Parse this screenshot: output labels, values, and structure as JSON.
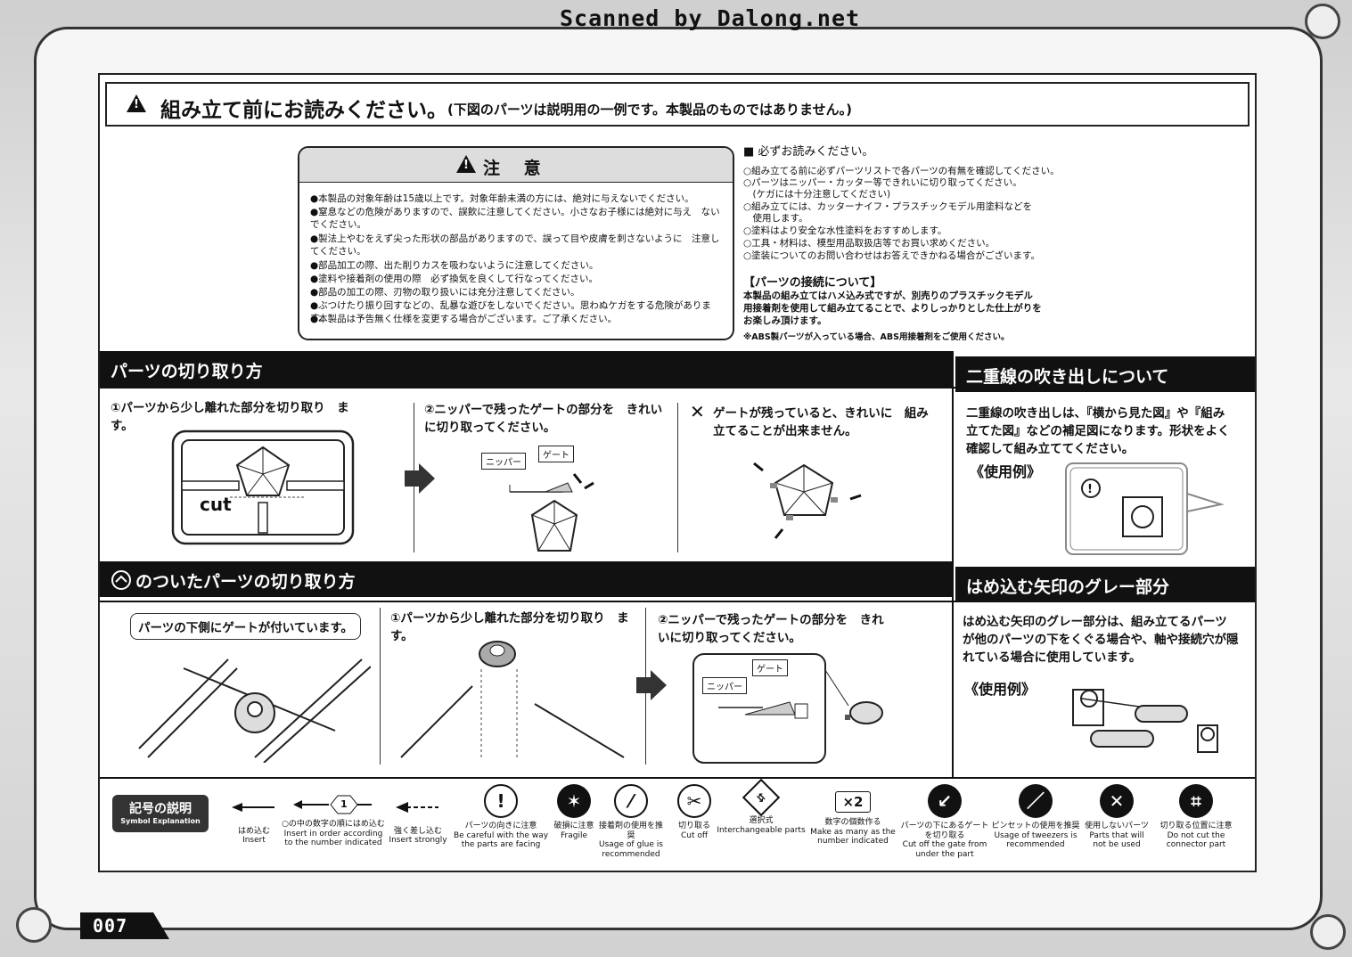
{
  "watermark": "Scanned by Dalong.net",
  "header": {
    "title": "組み立て前にお読みください。",
    "subtitle": "(下図のパーツは説明用の一例です。本製品のものではありません。)"
  },
  "caution": {
    "title": "注 意",
    "items": [
      "●本製品の対象年齢は15歳以上です。対象年齢未満の方には、絶対に与えないでください。",
      "●窒息などの危険がありますので、誤飲に注意してください。小さなお子様には絶対に与え　ないでください。",
      "●製法上やむをえず尖った形状の部品がありますので、誤って目や皮膚を刺さないように　注意してください。",
      "●部品加工の際、出た削りカスを吸わないように注意してください。",
      "●塗料や接着剤の使用の際　必ず換気を良くして行なってください。",
      "●部品の加工の際、刃物の取り扱いには充分注意してください。",
      "●ぶつけたり振り回すなどの、乱暴な遊びをしないでください。思わぬケガをする危険があります。",
      "●本製品は予告無く仕様を変更する場合がございます。ご了承ください。"
    ]
  },
  "must_read": {
    "title": "■ 必ずお読みください。",
    "items": [
      "○組み立てる前に必ずパーツリストで各パーツの有無を確認してください。",
      "○パーツはニッパー・カッター等できれいに切り取ってください。",
      "　(ケガには十分注意してください)",
      "○組み立てには、カッターナイフ・プラスチックモデル用塗料などを",
      "　使用します。",
      "○塗料はより安全な水性塗料をおすすめします。",
      "○工具・材料は、模型用品取扱店等でお買い求めください。",
      "○塗装についてのお問い合わせはお答えできかねる場合がございます。"
    ],
    "connection_title": "【パーツの接続について】",
    "connection_lines": [
      "本製品の組み立てはハメ込み式ですが、別売りのプラスチックモデル",
      "用接着剤を使用して組み立てることで、よりしっかりとした仕上がりを",
      "お楽しみ頂けます。"
    ],
    "abs_note": "※ABS製パーツが入っている場合、ABS用接着剤をご使用ください。"
  },
  "section1": {
    "title": "パーツの切り取り方",
    "step1": "①パーツから少し離れた部分を切り取り　ます。",
    "cut_label": "cut",
    "step2": "②ニッパーで残ったゲートの部分を　きれいに切り取ってください。",
    "nipper_label": "ニッパー",
    "gate_label": "ゲート",
    "step3_mark": "✕",
    "step3": "ゲートが残っていると、きれいに　組み立てることが出来ません。"
  },
  "section2": {
    "title": "二重線の吹き出しについて",
    "text": "二重線の吹き出しは、『横から見た図』や『組み立てた図』などの補足図になります。形状をよく確認して組み立ててください。",
    "example": "《使用例》"
  },
  "section3": {
    "title": "のついたパーツの切り取り方",
    "bubble": "パーツの下側にゲートが付いています。",
    "step1": "①パーツから少し離れた部分を切り取り　ます。",
    "step2": "②ニッパーで残ったゲートの部分を　きれいに切り取ってください。",
    "nipper_label": "ニッパー",
    "gate_label": "ゲート"
  },
  "section4": {
    "title": "はめ込む矢印のグレー部分",
    "text": "はめ込む矢印のグレー部分は、組み立てるパーツが他のパーツの下をくぐる場合や、軸や接続穴が隠れている場合に使用しています。",
    "example": "《使用例》"
  },
  "legend": {
    "title": "記号の説明",
    "subtitle": "Symbol Explanation",
    "symbols": [
      {
        "jp": "はめ込む",
        "en": "Insert",
        "icon": "arrow-left-icon"
      },
      {
        "jp": "○の中の数字の順にはめ込む",
        "en": "Insert in order according to the number indicated",
        "icon": "numbered-arrow-icon"
      },
      {
        "jp": "強く差し込む",
        "en": "Insert strongly",
        "icon": "dashed-arrow-icon"
      },
      {
        "jp": "パーツの向きに注意",
        "en": "Be careful with the way the parts are facing",
        "icon": "exclamation-icon"
      },
      {
        "jp": "破損に注意",
        "en": "Fragile",
        "icon": "fragile-icon"
      },
      {
        "jp": "接着剤の使用を推奨",
        "en": "Usage of glue is recommended",
        "icon": "glue-icon"
      },
      {
        "jp": "切り取る",
        "en": "Cut off",
        "icon": "nipper-icon"
      },
      {
        "jp": "選択式",
        "en": "Interchangeable parts",
        "icon": "interchange-icon"
      },
      {
        "jp": "数字の個数作る",
        "en": "Make as many as the number indicated",
        "icon": "multiply-icon"
      },
      {
        "jp": "パーツの下にあるゲートを切り取る",
        "en": "Cut off the gate from under the part",
        "icon": "under-gate-icon"
      },
      {
        "jp": "ピンセットの使用を推奨",
        "en": "Usage of tweezers is recommended",
        "icon": "tweezers-icon"
      },
      {
        "jp": "使用しないパーツ",
        "en": "Parts that will not be used",
        "icon": "x-icon"
      },
      {
        "jp": "切り取る位置に注意",
        "en": "Do not cut the connector part",
        "icon": "cut-position-icon"
      }
    ],
    "multiply_text": "×2",
    "number_text": "1"
  },
  "page_number": "007"
}
